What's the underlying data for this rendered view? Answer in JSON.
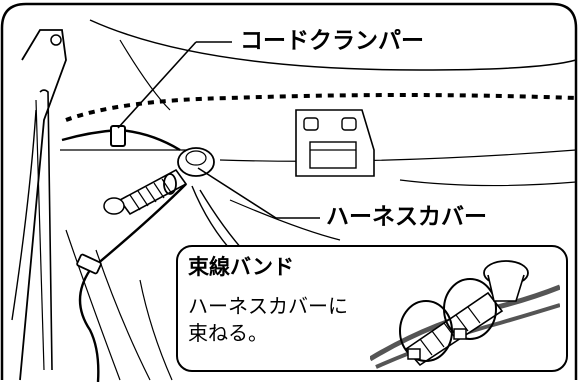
{
  "labels": {
    "cord_clamper": "コードクランパー",
    "harness_cover": "ハーネスカバー"
  },
  "inset": {
    "title": "束線バンド",
    "line1": "ハーネスカバーに",
    "line2": "束ねる。"
  },
  "colors": {
    "line": "#000000",
    "background": "#ffffff",
    "cable_gray": "#555555"
  }
}
